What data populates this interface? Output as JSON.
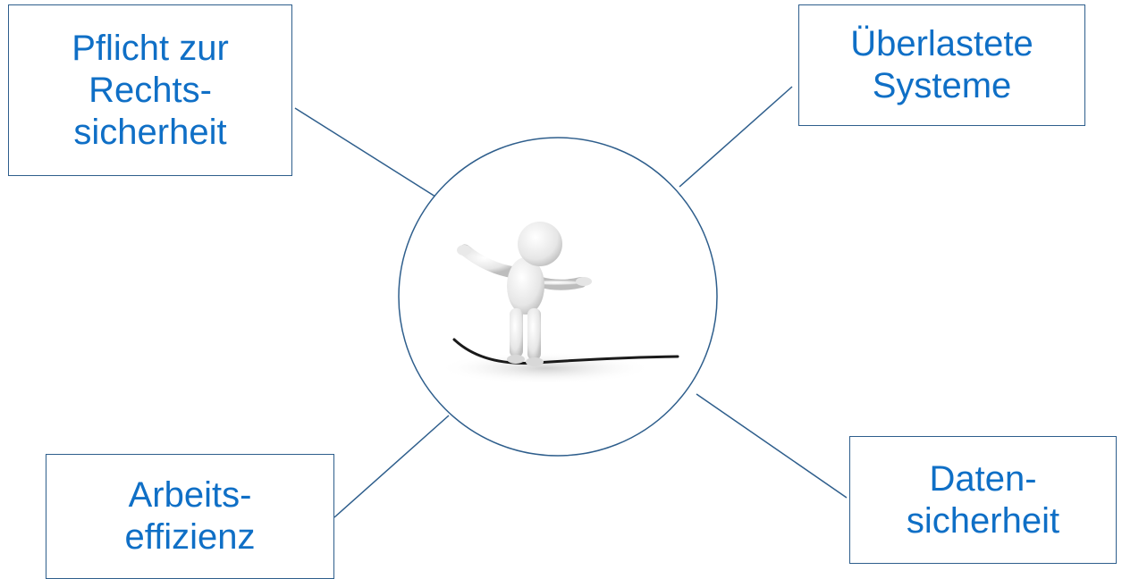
{
  "colors": {
    "text": "#0f6fc6",
    "border": "#2e5e8c",
    "connector": "#2e5e8c"
  },
  "center": {
    "icon": "tightrope-walker-figure-icon"
  },
  "nodes": {
    "top_left": {
      "lines": [
        "Pflicht zur",
        "Rechts-",
        "sicherheit"
      ]
    },
    "top_right": {
      "lines": [
        "Überlastete",
        "Systeme"
      ]
    },
    "bottom_left": {
      "lines": [
        "Arbeits-",
        "effizienz"
      ]
    },
    "bottom_right": {
      "lines": [
        "Daten-",
        "sicherheit"
      ]
    }
  }
}
